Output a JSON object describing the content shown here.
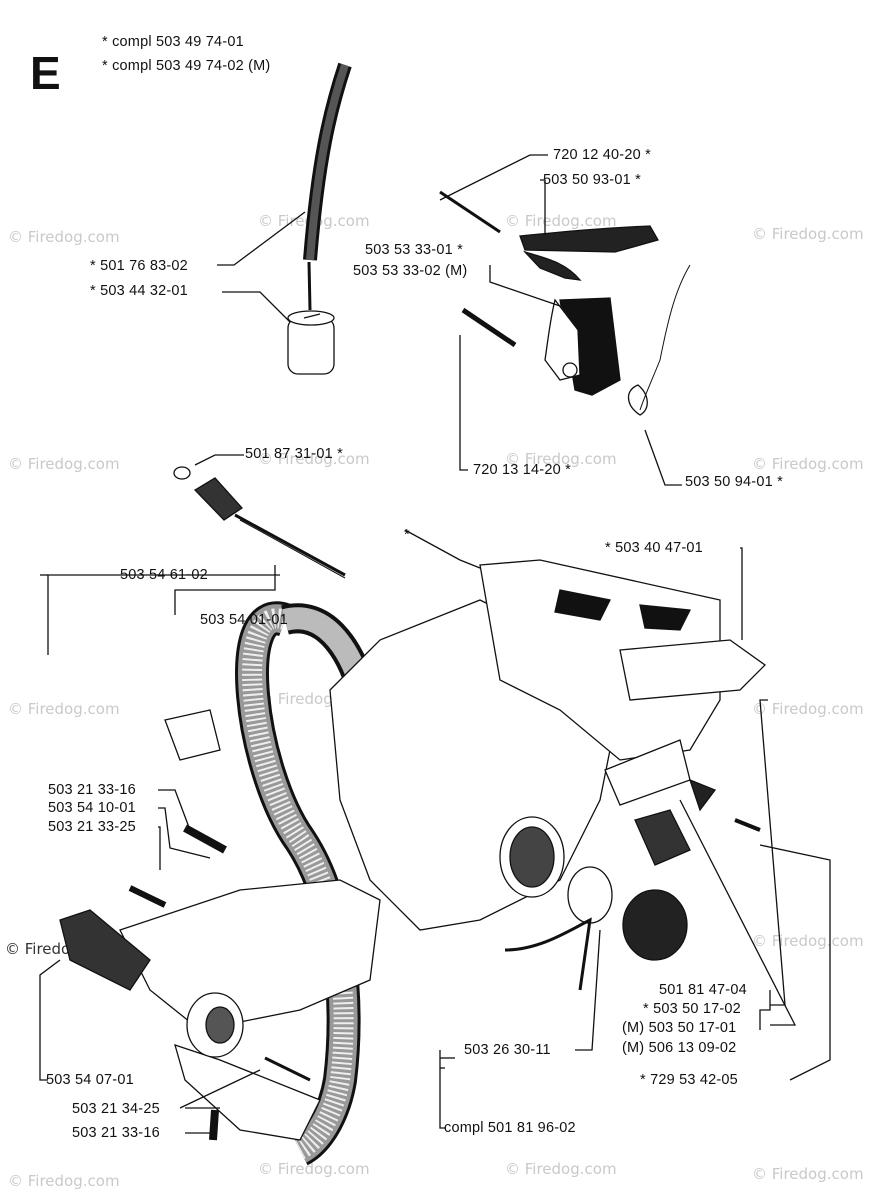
{
  "section_letter": "E",
  "header_lines": [
    "*  compl 503 49 74-01",
    "*  compl 503 49 74-02 (M)"
  ],
  "watermark": "© Firedog.com",
  "parts": {
    "p720124020": "720 12 40-20  *",
    "p503509301": "503 50 93-01  *",
    "p503533301": "503 53 33-01  *",
    "p503533302": "503 53 33-02 (M)",
    "p501768302": "*  501 76 83-02",
    "p503443201": "*  503 44 32-01",
    "p720131420": "720 13 14-20  *",
    "p503509401": "503 50 94-01  *",
    "p501873101": "501 87 31-01  *",
    "star_only": "*",
    "p503404701": "*  503 40 47-01",
    "p503546102": "503 54 61-02",
    "p503540101": "503 54 01-01",
    "p503213316a": "503 21 33-16",
    "p503541001": "503 54 10-01",
    "p503213325": "503 21 33-25",
    "p501814704": "501 81 47-04",
    "p503501702": "*  503 50 17-02",
    "p503501701": "(M) 503 50 17-01",
    "p506130902": "(M) 506 13 09-02",
    "p503263011": "503 26 30-11",
    "p729534205": "*  729 53 42-05",
    "p503540701": "503 54 07-01",
    "p503213425": "503 21 34-25",
    "p503213316b": "503 21 33-16",
    "p501819602": "compl 501 81 96-02"
  }
}
